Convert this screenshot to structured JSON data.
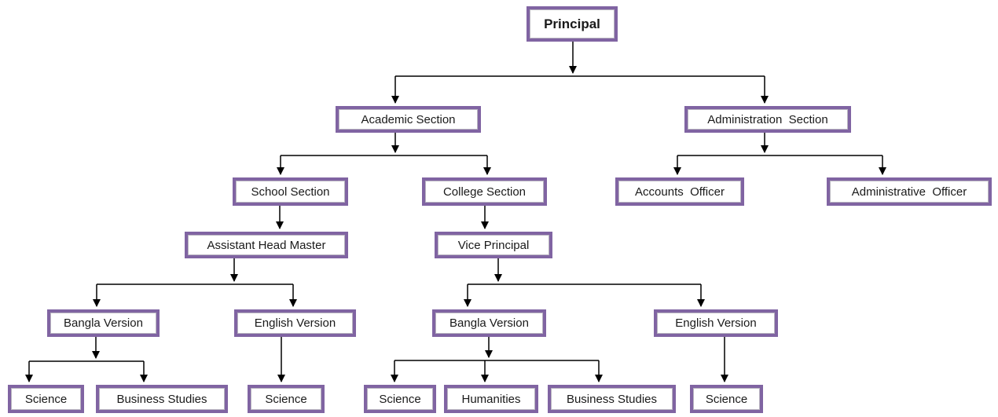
{
  "diagram_type": "organization-chart",
  "style": {
    "box_border_color": "#8064A2",
    "box_fill_color": "#FFFFFF",
    "connector_color": "#000000",
    "text_color": "#1A1A1A",
    "background": "#FFFFFF"
  },
  "nodes": {
    "principal": {
      "label": "Principal"
    },
    "academic_section": {
      "label": "Academic Section"
    },
    "administration_section": {
      "label": "Administration  Section"
    },
    "school_section": {
      "label": "School Section"
    },
    "college_section": {
      "label": "College Section"
    },
    "accounts_officer": {
      "label": "Accounts  Officer"
    },
    "administrative_officer": {
      "label": "Administrative  Officer"
    },
    "assistant_head_master": {
      "label": "Assistant Head Master"
    },
    "vice_principal": {
      "label": "Vice Principal"
    },
    "school_bangla_version": {
      "label": "Bangla Version"
    },
    "school_english_version": {
      "label": "English Version"
    },
    "college_bangla_version": {
      "label": "Bangla Version"
    },
    "college_english_version": {
      "label": "English Version"
    },
    "school_bangla_science": {
      "label": "Science"
    },
    "school_bangla_business_studies": {
      "label": "Business Studies"
    },
    "school_english_science": {
      "label": "Science"
    },
    "college_bangla_science": {
      "label": "Science"
    },
    "college_bangla_humanities": {
      "label": "Humanities"
    },
    "college_bangla_business_studies": {
      "label": "Business Studies"
    },
    "college_english_science": {
      "label": "Science"
    }
  },
  "edges": [
    [
      "principal",
      "academic_section"
    ],
    [
      "principal",
      "administration_section"
    ],
    [
      "academic_section",
      "school_section"
    ],
    [
      "academic_section",
      "college_section"
    ],
    [
      "administration_section",
      "accounts_officer"
    ],
    [
      "administration_section",
      "administrative_officer"
    ],
    [
      "school_section",
      "assistant_head_master"
    ],
    [
      "college_section",
      "vice_principal"
    ],
    [
      "assistant_head_master",
      "school_bangla_version"
    ],
    [
      "assistant_head_master",
      "school_english_version"
    ],
    [
      "vice_principal",
      "college_bangla_version"
    ],
    [
      "vice_principal",
      "college_english_version"
    ],
    [
      "school_bangla_version",
      "school_bangla_science"
    ],
    [
      "school_bangla_version",
      "school_bangla_business_studies"
    ],
    [
      "school_english_version",
      "school_english_science"
    ],
    [
      "college_bangla_version",
      "college_bangla_science"
    ],
    [
      "college_bangla_version",
      "college_bangla_humanities"
    ],
    [
      "college_bangla_version",
      "college_bangla_business_studies"
    ],
    [
      "college_english_version",
      "college_english_science"
    ]
  ]
}
